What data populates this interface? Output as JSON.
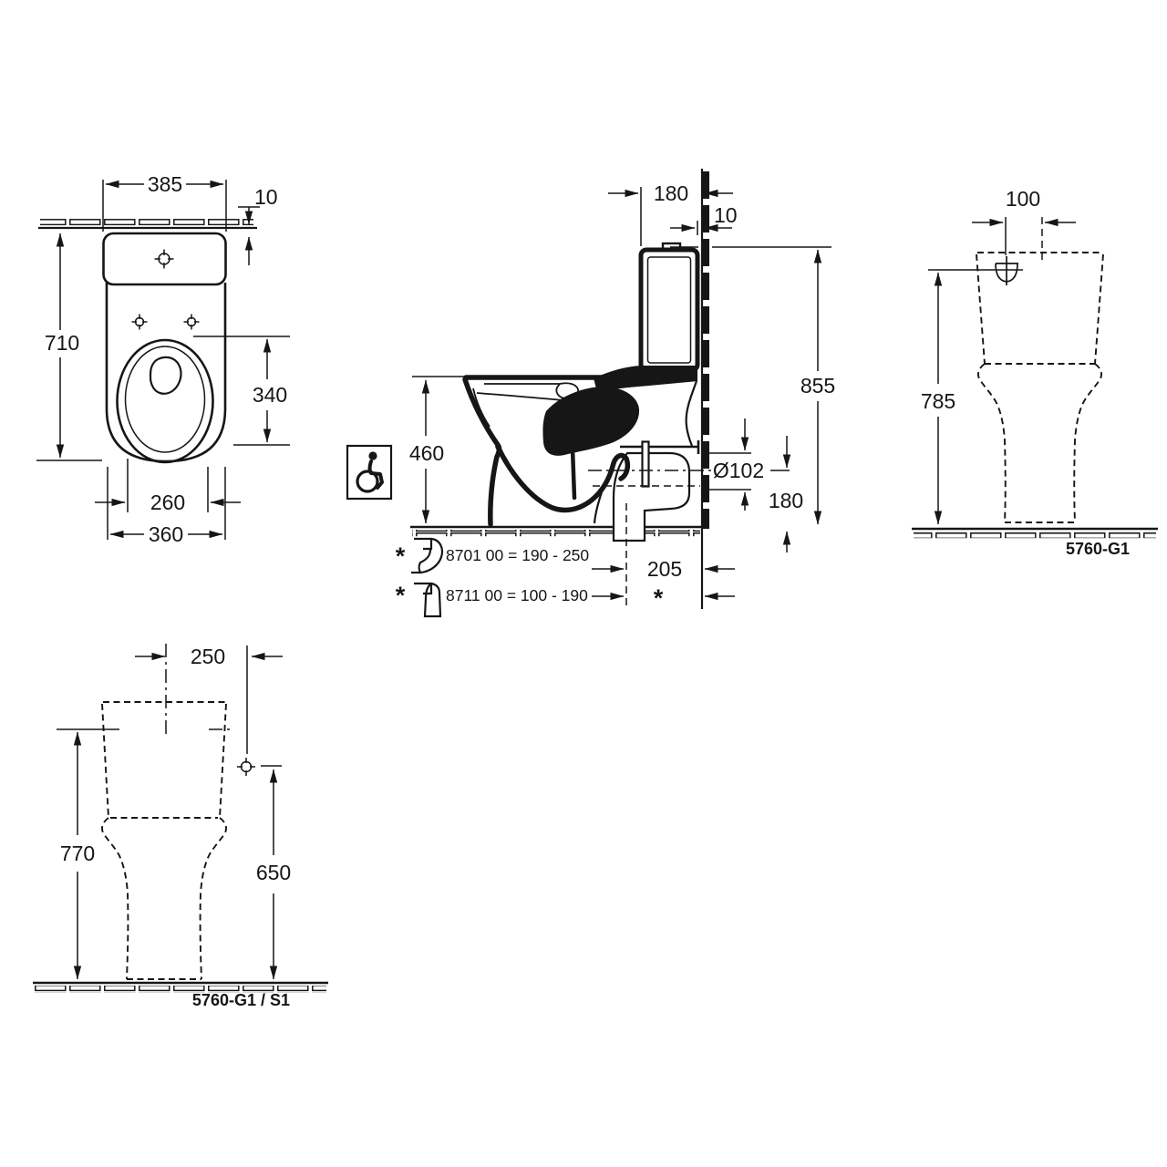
{
  "drawing": {
    "product": "floor-standing close-coupled WC technical drawing",
    "plan_view": {
      "dim_tank_width": "385",
      "dim_wall_gap": "10",
      "dim_depth": "710",
      "dim_bowl_length": "340",
      "dim_seat_inner_width": "260",
      "dim_width": "360"
    },
    "side_view": {
      "dim_tank_depth": "180",
      "dim_wall_gap": "10",
      "dim_height": "855",
      "dim_rim_height": "460",
      "dim_outlet_diameter": "Ø102",
      "dim_outlet_axis_height": "180",
      "dim_outlet_wall_distance": "205",
      "variable_mark": "*",
      "notes": [
        {
          "mark": "*",
          "icon": "outlet-connector-horizontal-icon",
          "text": "8701 00 = 190 - 250"
        },
        {
          "mark": "*",
          "icon": "outlet-connector-vertical-icon",
          "text": "8711 00 = 100 - 190"
        }
      ],
      "icons": {
        "accessibility": "wheelchair-accessibility-icon"
      }
    },
    "rear_view": {
      "dim_inlet_offset": "100",
      "dim_inlet_height": "785",
      "model_code": "5760-G1",
      "icons": {
        "inlet": "water-inlet-icon"
      }
    },
    "front_view": {
      "dim_fixing_offset": "250",
      "dim_lid_height": "770",
      "dim_fixing_height": "650",
      "model_code": "5760-G1 / S1"
    }
  }
}
